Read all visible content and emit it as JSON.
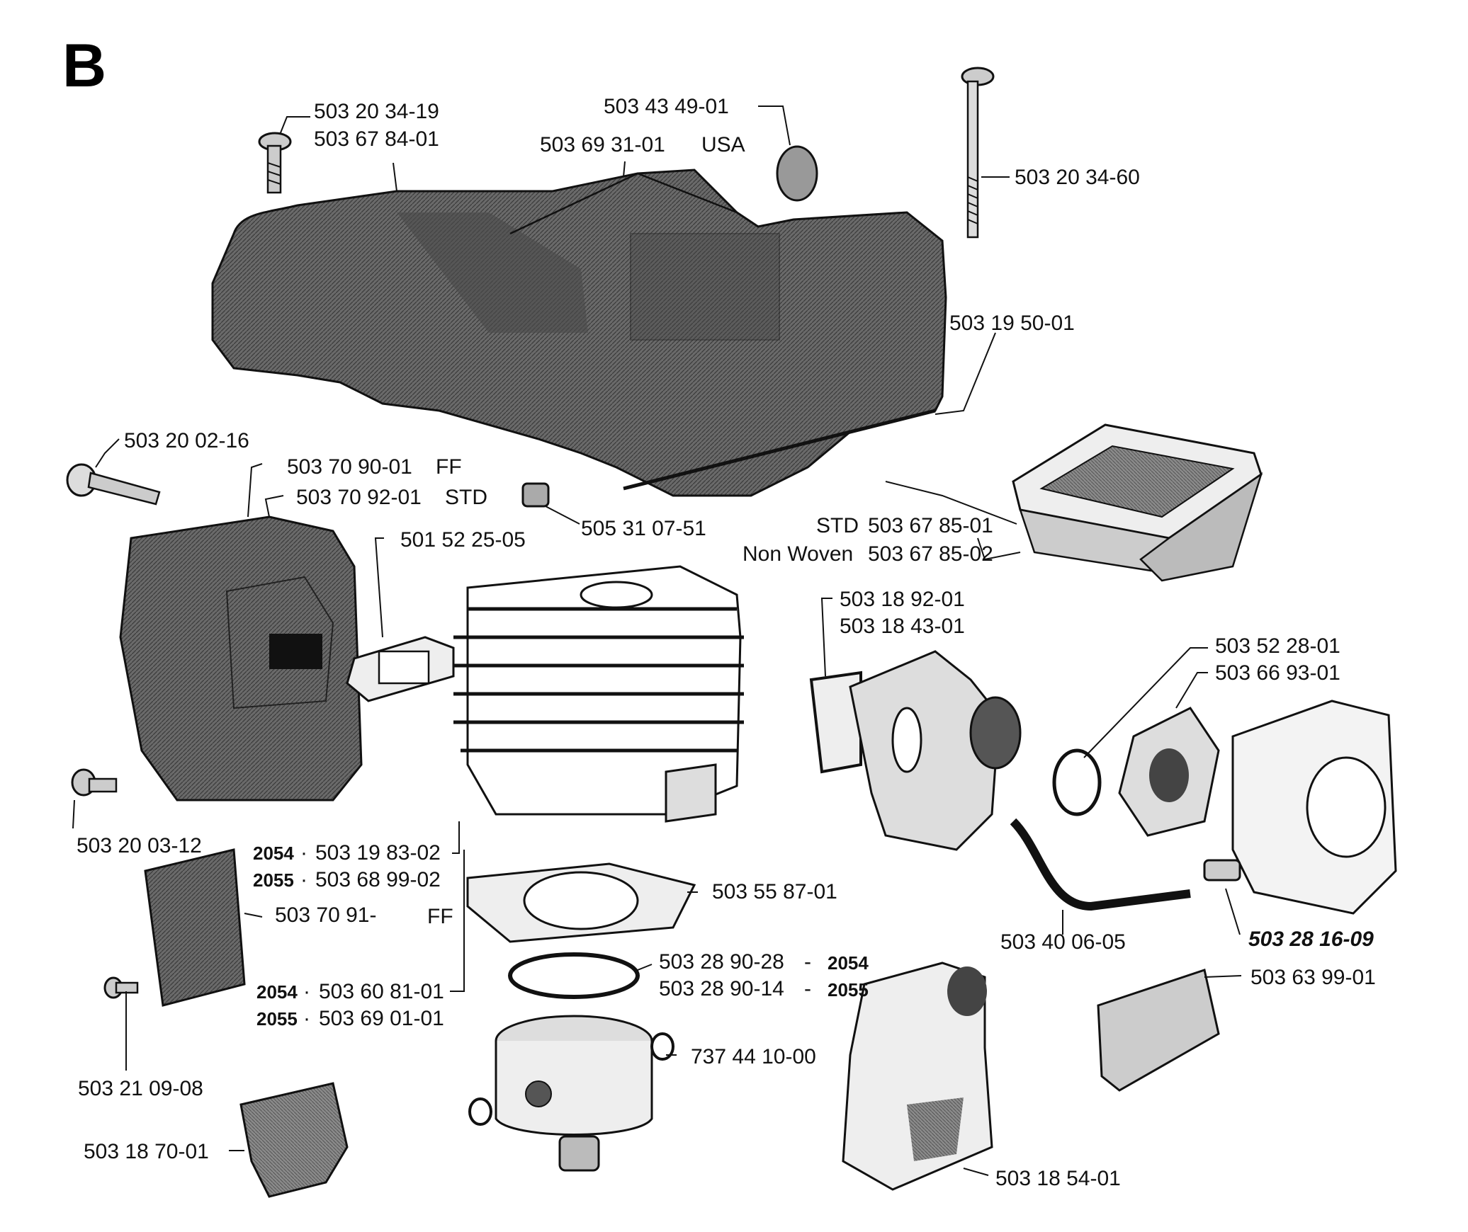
{
  "plate": {
    "letter": "B"
  },
  "colors": {
    "ink": "#111111",
    "part_fill": "#5a5a5a",
    "part_dark": "#2c2c2c",
    "paper": "#ffffff"
  },
  "labels": {
    "screw_top_left": {
      "a": "503 20 34-19",
      "b": "503 67 84-01"
    },
    "cover_top": {
      "code": "503 69 31-01",
      "suffix": "USA"
    },
    "plug": "503 43 49-01",
    "long_screw": "503 20 34-60",
    "gasket_cover": "503 19 50-01",
    "bolt_left": "503 20 02-16",
    "muffler": {
      "a": "503 70 90-01",
      "a_suffix": "FF",
      "b": "503 70 92-01",
      "b_suffix": "STD"
    },
    "spacer": "505 31 07-51",
    "exhaust_gasket": "501 52 25-05",
    "air_filter": {
      "std_prefix": "STD",
      "std": "503 67 85-01",
      "nw_prefix": "Non Woven",
      "nw": "503 67 85-02"
    },
    "intake": {
      "a": "503 18 92-01",
      "b": "503 18 43-01"
    },
    "carb_gasket": {
      "a": "503 52 28-01",
      "b": "503 66 93-01"
    },
    "screw_muffler": "503 20 03-12",
    "cylinder": {
      "m1": "2054",
      "p1": "503 19 83-02",
      "m2": "2055",
      "p2": "503 68 99-02"
    },
    "cyl_gasket": "503 55 87-01",
    "spark_guard": {
      "code": "503 70 91-",
      "suffix": "FF"
    },
    "ring": {
      "p1": "503 28 90-28",
      "m1": "2054",
      "p2": "503 28 90-14",
      "m2": "2055"
    },
    "piston": {
      "m1": "2054",
      "p1": "503 60 81-01",
      "m2": "2055",
      "p2": "503 69 01-01"
    },
    "impulse_hose": "503 40 06-05",
    "carburetor": "503 28 16-09",
    "screw_small": "503 21 09-08",
    "circlip": "737 44 10-00",
    "fuel_pump": "503 63 99-01",
    "cover_plate": "503 18 70-01",
    "intake_manifold": "503 18 54-01"
  }
}
